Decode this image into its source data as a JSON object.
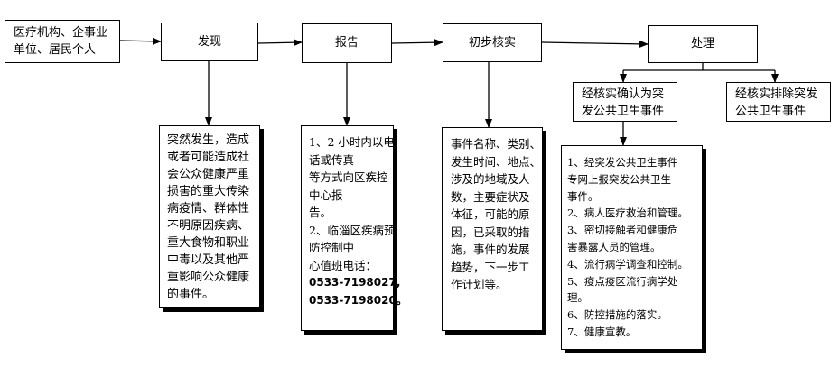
{
  "nodes": {
    "source": {
      "lines": [
        "医疗机构、企事业",
        "单位、居民个人"
      ]
    },
    "discover": {
      "label": "发现"
    },
    "report": {
      "label": "报告"
    },
    "verify": {
      "label": "初步核实"
    },
    "handle": {
      "label": "处理"
    },
    "confirmed": {
      "lines": [
        "经核实确认为突",
        "发公共卫生事件"
      ]
    },
    "excluded": {
      "lines": [
        "经核实排除突发",
        "公共卫生事件"
      ]
    }
  },
  "details": {
    "discover": {
      "lines": [
        "突然发生，造成",
        "或者可能造成社",
        "会公众健康严重",
        "损害的重大传染",
        "病疫情、群体性",
        "不明原因疾病、",
        "重大食物和职业",
        "中毒以及其他严",
        "重影响公众健康",
        "的事件。"
      ]
    },
    "report": {
      "lines": [
        "1、2 小时内以电",
        "话或传真",
        "等方式向区疾控",
        "中心报",
        "告。",
        "2、临淄区疾病预",
        "防控制中",
        "心值班电话：",
        "0533-7198027,",
        "0533-7198020。"
      ]
    },
    "verify": {
      "lines": [
        "事件名称、类别、",
        "发生时间、地点、",
        "涉及的地域及人",
        "数，主要症状及",
        "体征，可能的原",
        "因，已采取的措",
        "施，事件的发展",
        "趋势，下一步工",
        "作计划等。"
      ]
    },
    "handle": {
      "lines": [
        "1、经突发公共卫生事件",
        "专网上报突发公共卫生",
        "事件。",
        "2、病人医疗救治和管理。",
        "3、密切接触者和健康危",
        "害暴露人员的管理。",
        "4、流行病学调查和控制。",
        "5、疫点疫区流行病学处",
        "理。",
        "6、防控措施的落实。",
        "7、健康宣教。"
      ]
    }
  }
}
